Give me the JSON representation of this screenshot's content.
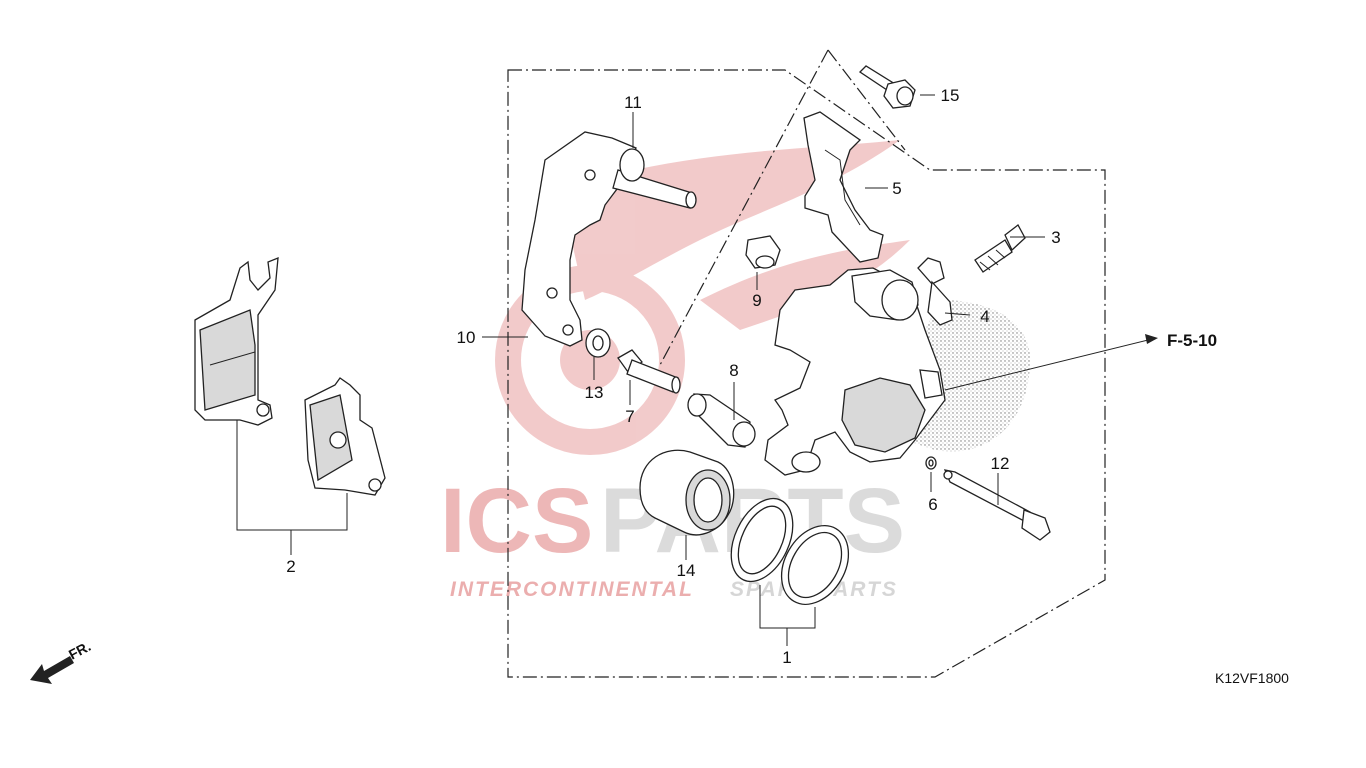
{
  "watermark": {
    "brand_left": "ICS",
    "brand_right": "PARTS",
    "tagline_left": "INTERCONTINENTAL ",
    "tagline_right": "SPARE PARTS",
    "color_red": "#e8a0a0",
    "color_grey": "#cfcfcf"
  },
  "callouts": {
    "p1": "1",
    "p2": "2",
    "p3": "3",
    "p4": "4",
    "p5": "5",
    "p6": "6",
    "p7": "7",
    "p8": "8",
    "p9": "9",
    "p10": "10",
    "p11": "11",
    "p12": "12",
    "p13": "13",
    "p14": "14",
    "p15": "15"
  },
  "reference": "F-5-10",
  "diagram_code": "K12VF1800",
  "front_indicator": "FR."
}
